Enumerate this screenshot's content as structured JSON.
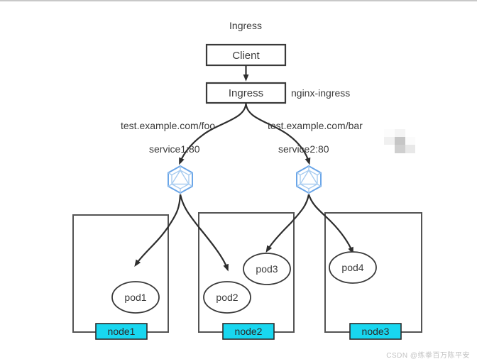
{
  "diagram": {
    "title": "Ingress",
    "client_box": {
      "label": "Client"
    },
    "ingress_box": {
      "label": "Ingress"
    },
    "ingress_side_label": "nginx-ingress",
    "routes": [
      {
        "host_path": "test.example.com/foo",
        "service": "service1:80",
        "icon": "kubernetes-service-icon"
      },
      {
        "host_path": "test.example.com/bar",
        "service": "service2:80",
        "icon": "kubernetes-service-icon"
      }
    ],
    "nodes": [
      {
        "label": "node1",
        "pods": [
          "pod1"
        ]
      },
      {
        "label": "node2",
        "pods": [
          "pod2",
          "pod3"
        ]
      },
      {
        "label": "node3",
        "pods": [
          "pod4"
        ]
      }
    ],
    "pods": [
      "pod1",
      "pod2",
      "pod3",
      "pod4"
    ],
    "colors": {
      "node_label_fill": "#18d7f0",
      "node_label_stroke": "#2b2b2b",
      "service_icon": "#6ba6e8",
      "line": "#2e2e2e",
      "box_stroke": "#3a3a3a",
      "node_box_stroke": "#545454",
      "text": "#3b3b3b",
      "background": "#ffffff",
      "watermark": "#c2c2c2"
    }
  },
  "watermark": {
    "text": "CSDN @练拳百万陈平安"
  }
}
